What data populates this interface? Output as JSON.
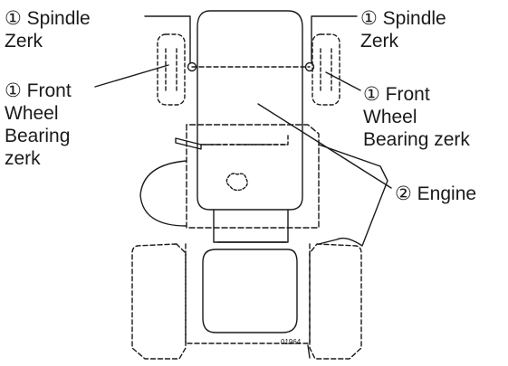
{
  "labels": {
    "spindle_left": {
      "num": "①",
      "lines": [
        "Spindle",
        "Zerk"
      ]
    },
    "spindle_right": {
      "num": "①",
      "lines": [
        "Spindle",
        "Zerk"
      ]
    },
    "wheel_left": {
      "num": "①",
      "lines": [
        "Front",
        "Wheel",
        "Bearing",
        "zerk"
      ]
    },
    "wheel_right": {
      "num": "①",
      "lines": [
        "Front",
        "Wheel",
        "Bearing zerk"
      ]
    },
    "engine": {
      "num": "②",
      "lines": [
        "Engine"
      ]
    }
  },
  "figure_code": "01964"
}
